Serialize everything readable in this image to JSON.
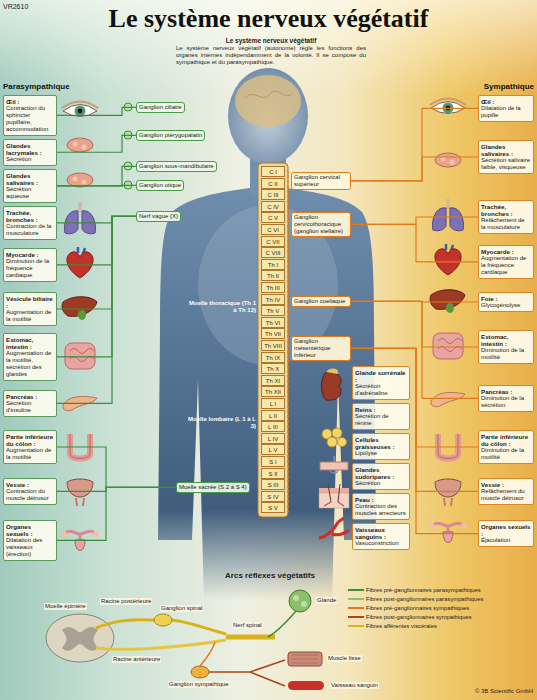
{
  "diagram": {
    "title": "Le système nerveux végétatif",
    "nodes": [
      {
        "text": [
          "Œil :",
          "Contraction du sphincter pupillaire, accommodation"
        ]
      },
      {
        "text": [
          "Glandes lacrymales :",
          "Sécrétion"
        ]
      },
      {
        "text": [
          "Glandes salivaires :",
          "Sécrétion aqueuse"
        ]
      },
      {
        "text": [
          "Trachée, bronches :",
          "Contraction de la musculature"
        ]
      },
      {
        "text": [
          "Myocarde :",
          "Diminution de la fréquence cardiaque"
        ]
      },
      {
        "text": [
          "Vésicule biliaire :",
          "Augmentation de la motilité"
        ]
      },
      {
        "text": [
          "Estomac, intestin :",
          "Augmentation de la motilité, sécrétion des glandes"
        ]
      },
      {
        "text": [
          "Pancréas :",
          "Sécrétion d'insuline"
        ]
      },
      {
        "text": [
          "Partie inférieure du côlon :",
          "Augmentation de la motilité"
        ]
      },
      {
        "text": [
          "Vessie :",
          "Contraction du muscle détrusor"
        ]
      },
      {
        "text": [
          "Organes sexuels :",
          "Dilatation des vaisseaux (érection)"
        ]
      },
      {
        "text": [
          "Œil :",
          "Dilatation de la pupille"
        ]
      },
      {
        "text": [
          "Glandes salivaires :",
          "Sécrétion salivaire faible, visqueuse"
        ]
      },
      {
        "text": [
          "Trachée, bronches :",
          "Relâchement de la musculature"
        ]
      },
      {
        "text": [
          "Myocarde :",
          "Augmentation de la fréquence cardiaque"
        ]
      },
      {
        "text": [
          "Foie :",
          "Glycogénolyse"
        ]
      },
      {
        "text": [
          "Estomac, intestin :",
          "Diminution de la motilité"
        ]
      },
      {
        "text": [
          "Pancréas :",
          "Diminution de la sécrétion"
        ]
      },
      {
        "text": [
          "Partie inférieure du côlon :",
          "Diminution de la motilité"
        ]
      },
      {
        "text": [
          "Vessie :",
          "Relâchement du muscle détrusor"
        ]
      },
      {
        "text": [
          "Organes sexuels :",
          "Éjaculation"
        ]
      },
      {
        "text": [
          "Glande surrénale :",
          "Sécrétion d'adrénaline"
        ]
      },
      {
        "text": [
          "Reins :",
          "Sécrétion de rénine"
        ]
      },
      {
        "text": [
          "Cellules graisseuses :",
          "Lipolyse"
        ]
      },
      {
        "text": [
          "Glandes sudoripares :",
          "Sécrétion"
        ]
      },
      {
        "text": [
          "Peau :",
          "Contraction des muscles arrecteurs"
        ]
      },
      {
        "text": [
          "Vaisseaux sanguins :",
          "Vasoconstriction"
        ]
      },
      {
        "text": [
          "Ganglion ciliaire"
        ]
      },
      {
        "text": [
          "Ganglion ptérygopalatin"
        ]
      },
      {
        "text": [
          "Ganglion sous-mandibulaire"
        ]
      },
      {
        "text": [
          "Ganglion otique"
        ]
      },
      {
        "text": [
          "Nerf vague (X)"
        ]
      },
      {
        "text": [
          "Moelle sacrée (S 2 à S 4)"
        ]
      },
      {
        "text": [
          "Ganglion cervical supérieur"
        ]
      },
      {
        "text": [
          "Ganglion cervicothoracique (ganglion stellaire)"
        ]
      },
      {
        "text": [
          "Ganglion coeliaque"
        ]
      },
      {
        "text": [
          "Ganglion mésentérique inférieur"
        ]
      }
    ],
    "edges": [
      {
        "from": 27,
        "to": 0,
        "arrow": "none"
      },
      {
        "from": 28,
        "to": 1,
        "arrow": "none"
      },
      {
        "from": 29,
        "to": 2,
        "arrow": "none"
      },
      {
        "from": 30,
        "to": 2,
        "arrow": "none"
      },
      {
        "from": 31,
        "to": 3,
        "arrow": "none"
      },
      {
        "from": 31,
        "to": 4,
        "arrow": "none"
      },
      {
        "from": 31,
        "to": 5,
        "arrow": "none"
      },
      {
        "from": 31,
        "to": 6,
        "arrow": "none"
      },
      {
        "from": 31,
        "to": 7,
        "arrow": "none"
      },
      {
        "from": 32,
        "to": 8,
        "arrow": "none"
      },
      {
        "from": 32,
        "to": 9,
        "arrow": "none"
      },
      {
        "from": 32,
        "to": 10,
        "arrow": "none"
      },
      {
        "from": 33,
        "to": 11,
        "arrow": "none"
      },
      {
        "from": 33,
        "to": 12,
        "arrow": "none"
      },
      {
        "from": 34,
        "to": 13,
        "arrow": "none"
      },
      {
        "from": 34,
        "to": 14,
        "arrow": "none"
      },
      {
        "from": 35,
        "to": 15,
        "arrow": "none"
      },
      {
        "from": 35,
        "to": 16,
        "arrow": "none"
      },
      {
        "from": 35,
        "to": 17,
        "arrow": "none"
      },
      {
        "from": 36,
        "to": 18,
        "arrow": "none"
      },
      {
        "from": 36,
        "to": 19,
        "arrow": "none"
      },
      {
        "from": 36,
        "to": 20,
        "arrow": "none"
      }
    ],
    "labels": [
      "VR2610",
      "Parasympathique",
      "Sympathique",
      "Le système nerveux végétatif",
      "Le système nerveux végétatif (autonome) règle les fonctions des organes internes indépendamment de la volonté. Il se compose du sympathique et du parasympathique.",
      "Moelle thoracique (Th 1 à Th 12)",
      "Moelle lombaire (L 1 à L 3)",
      "Arcs réflexes végétatifs",
      "Moelle épinière",
      "Racine postérieure",
      "Racine antérieure",
      "Ganglion spinal",
      "Ganglion sympathique",
      "Nerf spinal",
      "Glande",
      "Muscle lisse",
      "Vaisseau sanguin",
      "© 3B Scientific GmbH",
      "C I",
      "C II",
      "C III",
      "C IV",
      "C V",
      "C VI",
      "C VII",
      "C VIII",
      "Th I",
      "Th II",
      "Th III",
      "Th IV",
      "Th V",
      "Th VI",
      "Th VII",
      "Th VIII",
      "Th IX",
      "Th X",
      "Th XI",
      "Th XII",
      "L I",
      "L II",
      "L III",
      "L IV",
      "L V",
      "S I",
      "S II",
      "S III",
      "S IV",
      "S V"
    ],
    "legend": [
      {
        "text": "Fibres pré-ganglionnaires parasympathiques"
      },
      {
        "text": "Fibres post-ganglionnaires parasympathiques"
      },
      {
        "text": "Fibres pré-ganglionnaires sympathiques"
      },
      {
        "text": "Fibres post-ganglionnaires sympathiques"
      },
      {
        "text": "Fibres afférentes viscérales"
      }
    ]
  }
}
